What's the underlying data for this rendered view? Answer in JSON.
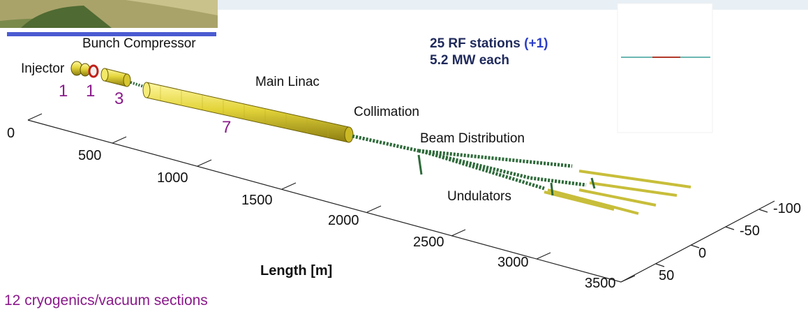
{
  "labels": {
    "bunch_compressor": "Bunch Compressor",
    "injector": "Injector",
    "main_linac": "Main Linac",
    "collimation": "Collimation",
    "beam_distribution": "Beam Distribution",
    "undulators": "Undulators"
  },
  "section_counts": [
    "1",
    "1",
    "3",
    "7"
  ],
  "rf": {
    "stations": "25 RF stations",
    "extra": "(+1)",
    "power": "5.2 MW each"
  },
  "length_axis": {
    "title": "Length [m]",
    "ticks": [
      "0",
      "500",
      "1000",
      "1500",
      "2000",
      "2500",
      "3000",
      "3500"
    ]
  },
  "lateral_axis": {
    "ticks": [
      "-100",
      "-50",
      "0",
      "50"
    ]
  },
  "footer": "12 cryogenics/vacuum sections",
  "colors": {
    "cryomodule": "#e3d43a",
    "count_text": "#8b1a8b",
    "rf_text": "#1f2a5c",
    "rf_accent": "#2a3ec9",
    "beamline": "#2e6b3a"
  }
}
